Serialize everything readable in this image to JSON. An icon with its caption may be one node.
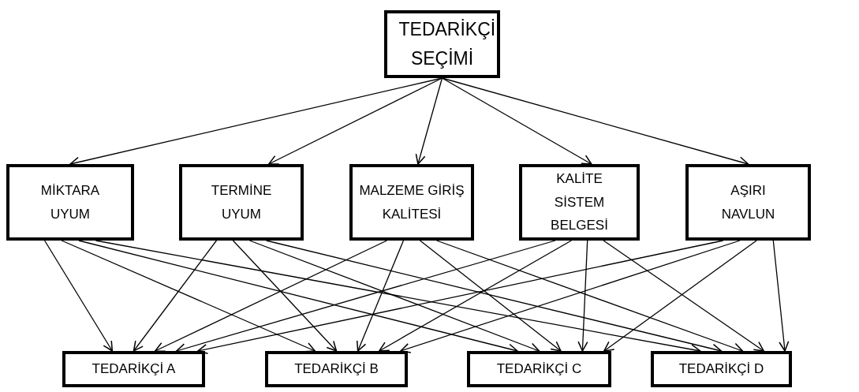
{
  "diagram": {
    "nodes": [
      {
        "text": [
          "TEDARİKÇİ SEÇİMİ"
        ]
      },
      {
        "text": [
          "MİKTARA UYUM"
        ]
      },
      {
        "text": [
          "TERMİNE UYUM"
        ]
      },
      {
        "text": [
          "MALZEME GİRİŞ KALİTESİ"
        ]
      },
      {
        "text": [
          "KALİTE SİSTEM BELGESİ"
        ]
      },
      {
        "text": [
          "AŞIRI NAVLUN"
        ]
      },
      {
        "text": [
          "TEDARİKÇİ A"
        ]
      },
      {
        "text": [
          "TEDARİKÇİ B"
        ]
      },
      {
        "text": [
          "TEDARİKÇİ C"
        ]
      },
      {
        "text": [
          "TEDARİKÇİ D"
        ]
      }
    ],
    "edges": [
      {
        "from": 0,
        "to": 1,
        "arrow": "to"
      },
      {
        "from": 0,
        "to": 2,
        "arrow": "to"
      },
      {
        "from": 0,
        "to": 3,
        "arrow": "to"
      },
      {
        "from": 0,
        "to": 4,
        "arrow": "to"
      },
      {
        "from": 0,
        "to": 5,
        "arrow": "to"
      },
      {
        "from": 1,
        "to": 6,
        "arrow": "to"
      },
      {
        "from": 1,
        "to": 7,
        "arrow": "to"
      },
      {
        "from": 1,
        "to": 8,
        "arrow": "to"
      },
      {
        "from": 1,
        "to": 9,
        "arrow": "to"
      },
      {
        "from": 2,
        "to": 6,
        "arrow": "to"
      },
      {
        "from": 2,
        "to": 7,
        "arrow": "to"
      },
      {
        "from": 2,
        "to": 8,
        "arrow": "to"
      },
      {
        "from": 2,
        "to": 9,
        "arrow": "to"
      },
      {
        "from": 3,
        "to": 6,
        "arrow": "to"
      },
      {
        "from": 3,
        "to": 7,
        "arrow": "to"
      },
      {
        "from": 3,
        "to": 8,
        "arrow": "to"
      },
      {
        "from": 3,
        "to": 9,
        "arrow": "to"
      },
      {
        "from": 4,
        "to": 6,
        "arrow": "to"
      },
      {
        "from": 4,
        "to": 7,
        "arrow": "to"
      },
      {
        "from": 4,
        "to": 8,
        "arrow": "to"
      },
      {
        "from": 4,
        "to": 9,
        "arrow": "to"
      },
      {
        "from": 5,
        "to": 6,
        "arrow": "to"
      },
      {
        "from": 5,
        "to": 7,
        "arrow": "to"
      },
      {
        "from": 5,
        "to": 8,
        "arrow": "to"
      },
      {
        "from": 5,
        "to": 9,
        "arrow": "to"
      }
    ]
  }
}
